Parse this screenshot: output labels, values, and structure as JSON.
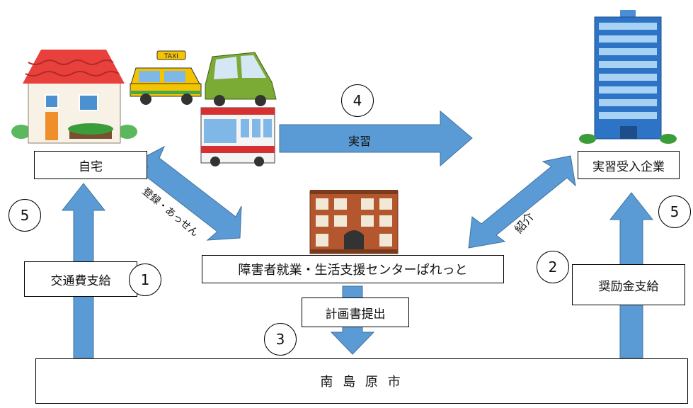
{
  "nodes": {
    "home": "自宅",
    "company": "実習受入企業",
    "center": "障害者就業・生活支援センターぱれっと",
    "city": "南 島 原 市"
  },
  "flows": {
    "practice": "実習",
    "registration": "登録・あっせん",
    "referral": "紹介",
    "plan": "計画書提出",
    "transport_pay": "交通費支給",
    "incentive_pay": "奨励金支給"
  },
  "steps": {
    "s1": "1",
    "s2": "2",
    "s3": "3",
    "s4": "4",
    "s5_left": "5",
    "s5_right": "5"
  },
  "icons": {
    "taxi_sign": "TAXI"
  },
  "colors": {
    "arrow": "#5b9bd5",
    "arrow_edge": "#41719c"
  }
}
